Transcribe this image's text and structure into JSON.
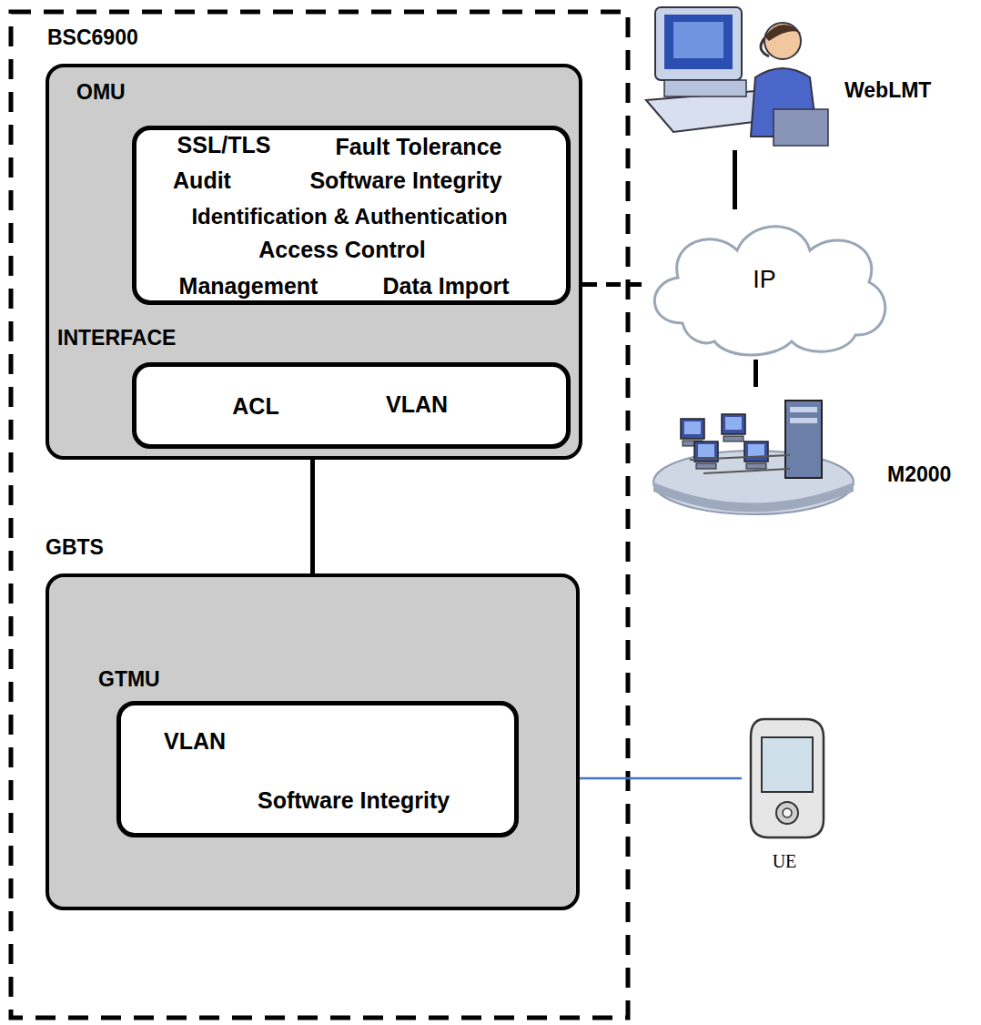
{
  "diagram": {
    "nodes": [
      {
        "text": [
          "BSC6900"
        ]
      },
      {
        "text": [
          "OMU",
          "SSL/TLS",
          "Fault Tolerance",
          "Audit",
          "Software Integrity",
          "Identification & Authentication",
          "Access Control",
          "Management",
          "Data Import"
        ],
        "in": 0
      },
      {
        "text": [
          "INTERFACE",
          "ACL",
          "VLAN"
        ],
        "in": 0
      },
      {
        "text": [
          "GBTS"
        ]
      },
      {
        "text": [
          "GTMU",
          "VLAN",
          "Software Integrity"
        ],
        "in": 3
      },
      {
        "text": [
          "WebLMT"
        ]
      },
      {
        "text": [
          "IP"
        ]
      },
      {
        "text": [
          "M2000"
        ]
      },
      {
        "text": [
          "UE"
        ]
      }
    ],
    "edges": [
      {
        "from": 0,
        "to": 3,
        "arrow": "none"
      },
      {
        "from": 0,
        "to": 6,
        "arrow": "none"
      },
      {
        "from": 5,
        "to": 6,
        "arrow": "none"
      },
      {
        "from": 6,
        "to": 7,
        "arrow": "none"
      },
      {
        "from": 3,
        "to": 8,
        "arrow": "none"
      }
    ]
  }
}
